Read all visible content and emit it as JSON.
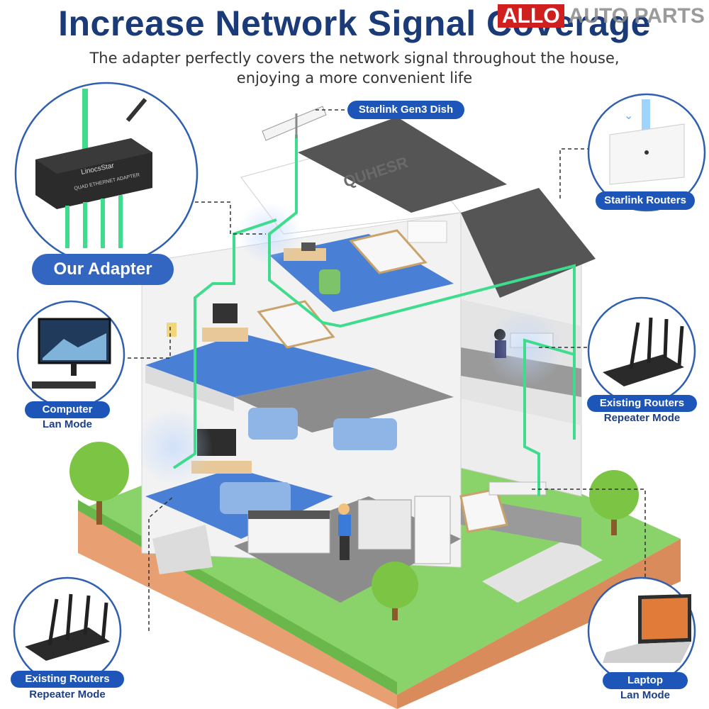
{
  "header": {
    "title": "Increase Network Signal Coverage",
    "subtitle_line1": "The adapter perfectly covers the network signal throughout the house,",
    "subtitle_line2": "enjoying a more convenient life",
    "brand_red": "ALLO",
    "brand_gray": "AUTO PARTS"
  },
  "labels": {
    "dish": "Starlink Gen3 Dish",
    "starlink_routers": "Starlink Routers",
    "our_adapter": "Our Adapter",
    "computer": "Computer",
    "computer_mode": "Lan Mode",
    "existing_routers_right": "Existing Routers",
    "existing_routers_right_mode": "Repeater Mode",
    "existing_routers_left": "Existing Routers",
    "existing_routers_left_mode": "Repeater Mode",
    "laptop": "Laptop",
    "laptop_mode": "Lan Mode"
  },
  "device_text": {
    "adapter_brand": "LinocsStar",
    "adapter_model": "QUAD ETHERNET ADAPTER",
    "roof_watermark": "QUHESR"
  },
  "colors": {
    "title_blue": "#1a3a78",
    "pill_blue": "#1d56b8",
    "cable_green": "#3fdc8e",
    "floor_blue": "#4a7fd6",
    "roof": "#555555",
    "grass": "#7ccc5a",
    "soil": "#e8a072",
    "brand_red": "#d01f1f"
  }
}
